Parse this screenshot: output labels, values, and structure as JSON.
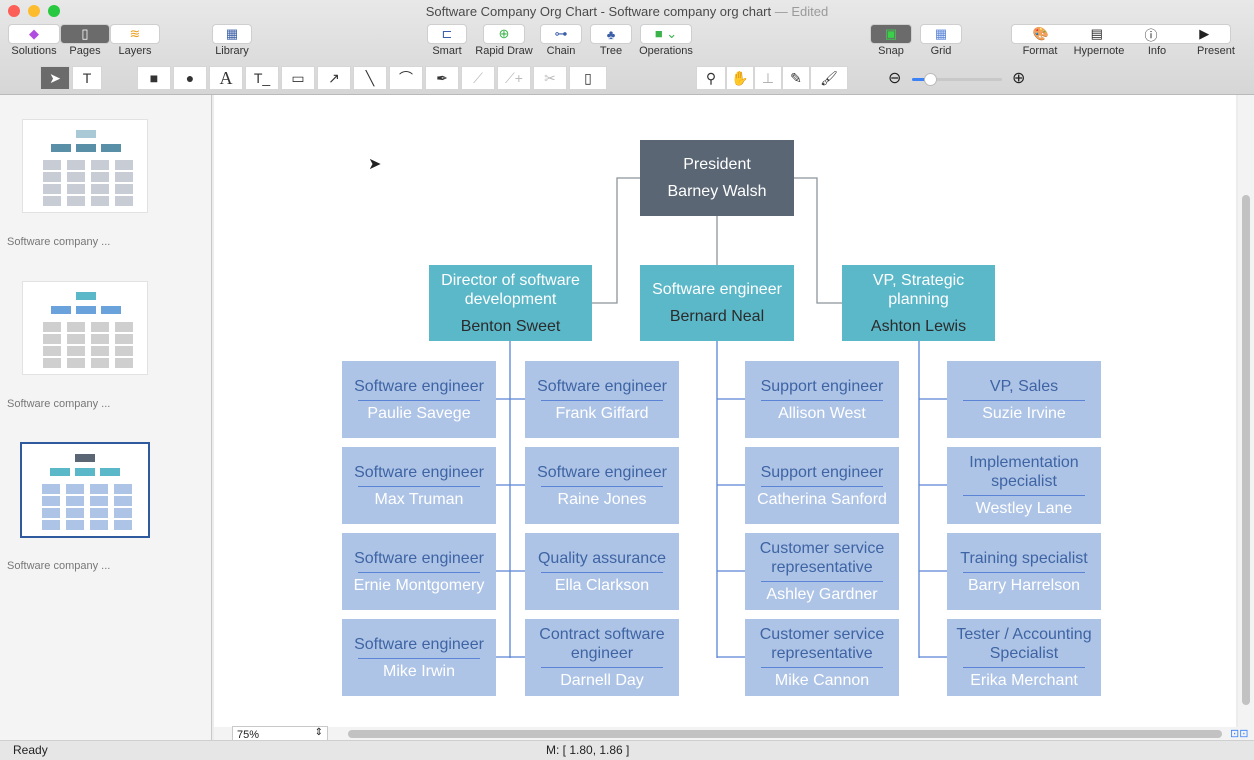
{
  "window": {
    "title": "Software Company Org Chart - Software company org chart",
    "edited": "— Edited"
  },
  "toolbar": {
    "solutions": "Solutions",
    "pages": "Pages",
    "layers": "Layers",
    "library": "Library",
    "smart": "Smart",
    "rapid_draw": "Rapid Draw",
    "chain": "Chain",
    "tree": "Tree",
    "operations": "Operations",
    "snap": "Snap",
    "grid": "Grid",
    "format": "Format",
    "hypernote": "Hypernote",
    "info": "Info",
    "present": "Present"
  },
  "sidebar": {
    "pages": [
      {
        "label": "Software company ..."
      },
      {
        "label": "Software company ..."
      },
      {
        "label": "Software company ..."
      }
    ]
  },
  "zoom": {
    "value": "75%",
    "slider_fraction": 0.2
  },
  "status": {
    "text": "Ready",
    "mouse": "M: [ 1.80, 1.86 ]"
  },
  "chart": {
    "president": {
      "title": "President",
      "name": "Barney Walsh"
    },
    "managers": [
      {
        "title": "Director of software development",
        "name": "Benton Sweet"
      },
      {
        "title": "Software engineer",
        "name": "Bernard Neal"
      },
      {
        "title": "VP, Strategic planning",
        "name": "Ashton Lewis"
      }
    ],
    "columns": [
      [
        {
          "title": "Software engineer",
          "name": "Paulie Savege"
        },
        {
          "title": "Software engineer",
          "name": "Max Truman"
        },
        {
          "title": "Software engineer",
          "name": "Ernie Montgomery"
        },
        {
          "title": "Software engineer",
          "name": "Mike Irwin"
        }
      ],
      [
        {
          "title": "Software engineer",
          "name": "Frank Giffard"
        },
        {
          "title": "Software engineer",
          "name": "Raine Jones"
        },
        {
          "title": "Quality assurance",
          "name": "Ella Clarkson"
        },
        {
          "title": "Contract software engineer",
          "name": "Darnell Day"
        }
      ],
      [
        {
          "title": "Support engineer",
          "name": "Allison West"
        },
        {
          "title": "Support engineer",
          "name": "Catherina Sanford"
        },
        {
          "title": "Customer service representative",
          "name": "Ashley Gardner"
        },
        {
          "title": "Customer service representative",
          "name": "Mike Cannon"
        }
      ],
      [
        {
          "title": "VP, Sales",
          "name": "Suzie Irvine"
        },
        {
          "title": "Implementation specialist",
          "name": "Westley Lane"
        },
        {
          "title": "Training specialist",
          "name": "Barry Harrelson"
        },
        {
          "title": "Tester / Accounting Specialist",
          "name": "Erika Merchant"
        }
      ]
    ]
  }
}
